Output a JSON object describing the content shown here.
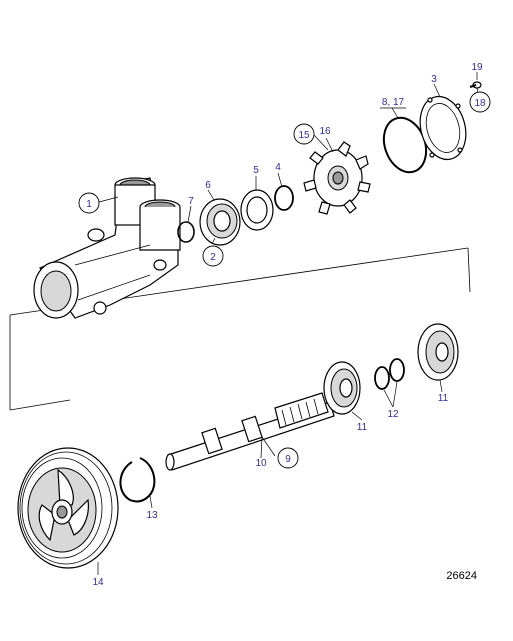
{
  "diagram": {
    "drawing_number": "26624",
    "callouts": [
      {
        "label": "1",
        "circled": true
      },
      {
        "label": "2",
        "circled": true
      },
      {
        "label": "3",
        "circled": false
      },
      {
        "label": "4",
        "circled": false
      },
      {
        "label": "5",
        "circled": false
      },
      {
        "label": "6",
        "circled": false
      },
      {
        "label": "7",
        "circled": false
      },
      {
        "label": "8, 17",
        "circled": false
      },
      {
        "label": "9",
        "circled": true
      },
      {
        "label": "10",
        "circled": false
      },
      {
        "label": "11",
        "circled": false
      },
      {
        "label": "11",
        "circled": false
      },
      {
        "label": "12",
        "circled": false
      },
      {
        "label": "13",
        "circled": false
      },
      {
        "label": "14",
        "circled": false
      },
      {
        "label": "15",
        "circled": true
      },
      {
        "label": "16",
        "circled": false
      },
      {
        "label": "18",
        "circled": true
      },
      {
        "label": "19",
        "circled": false
      }
    ]
  }
}
